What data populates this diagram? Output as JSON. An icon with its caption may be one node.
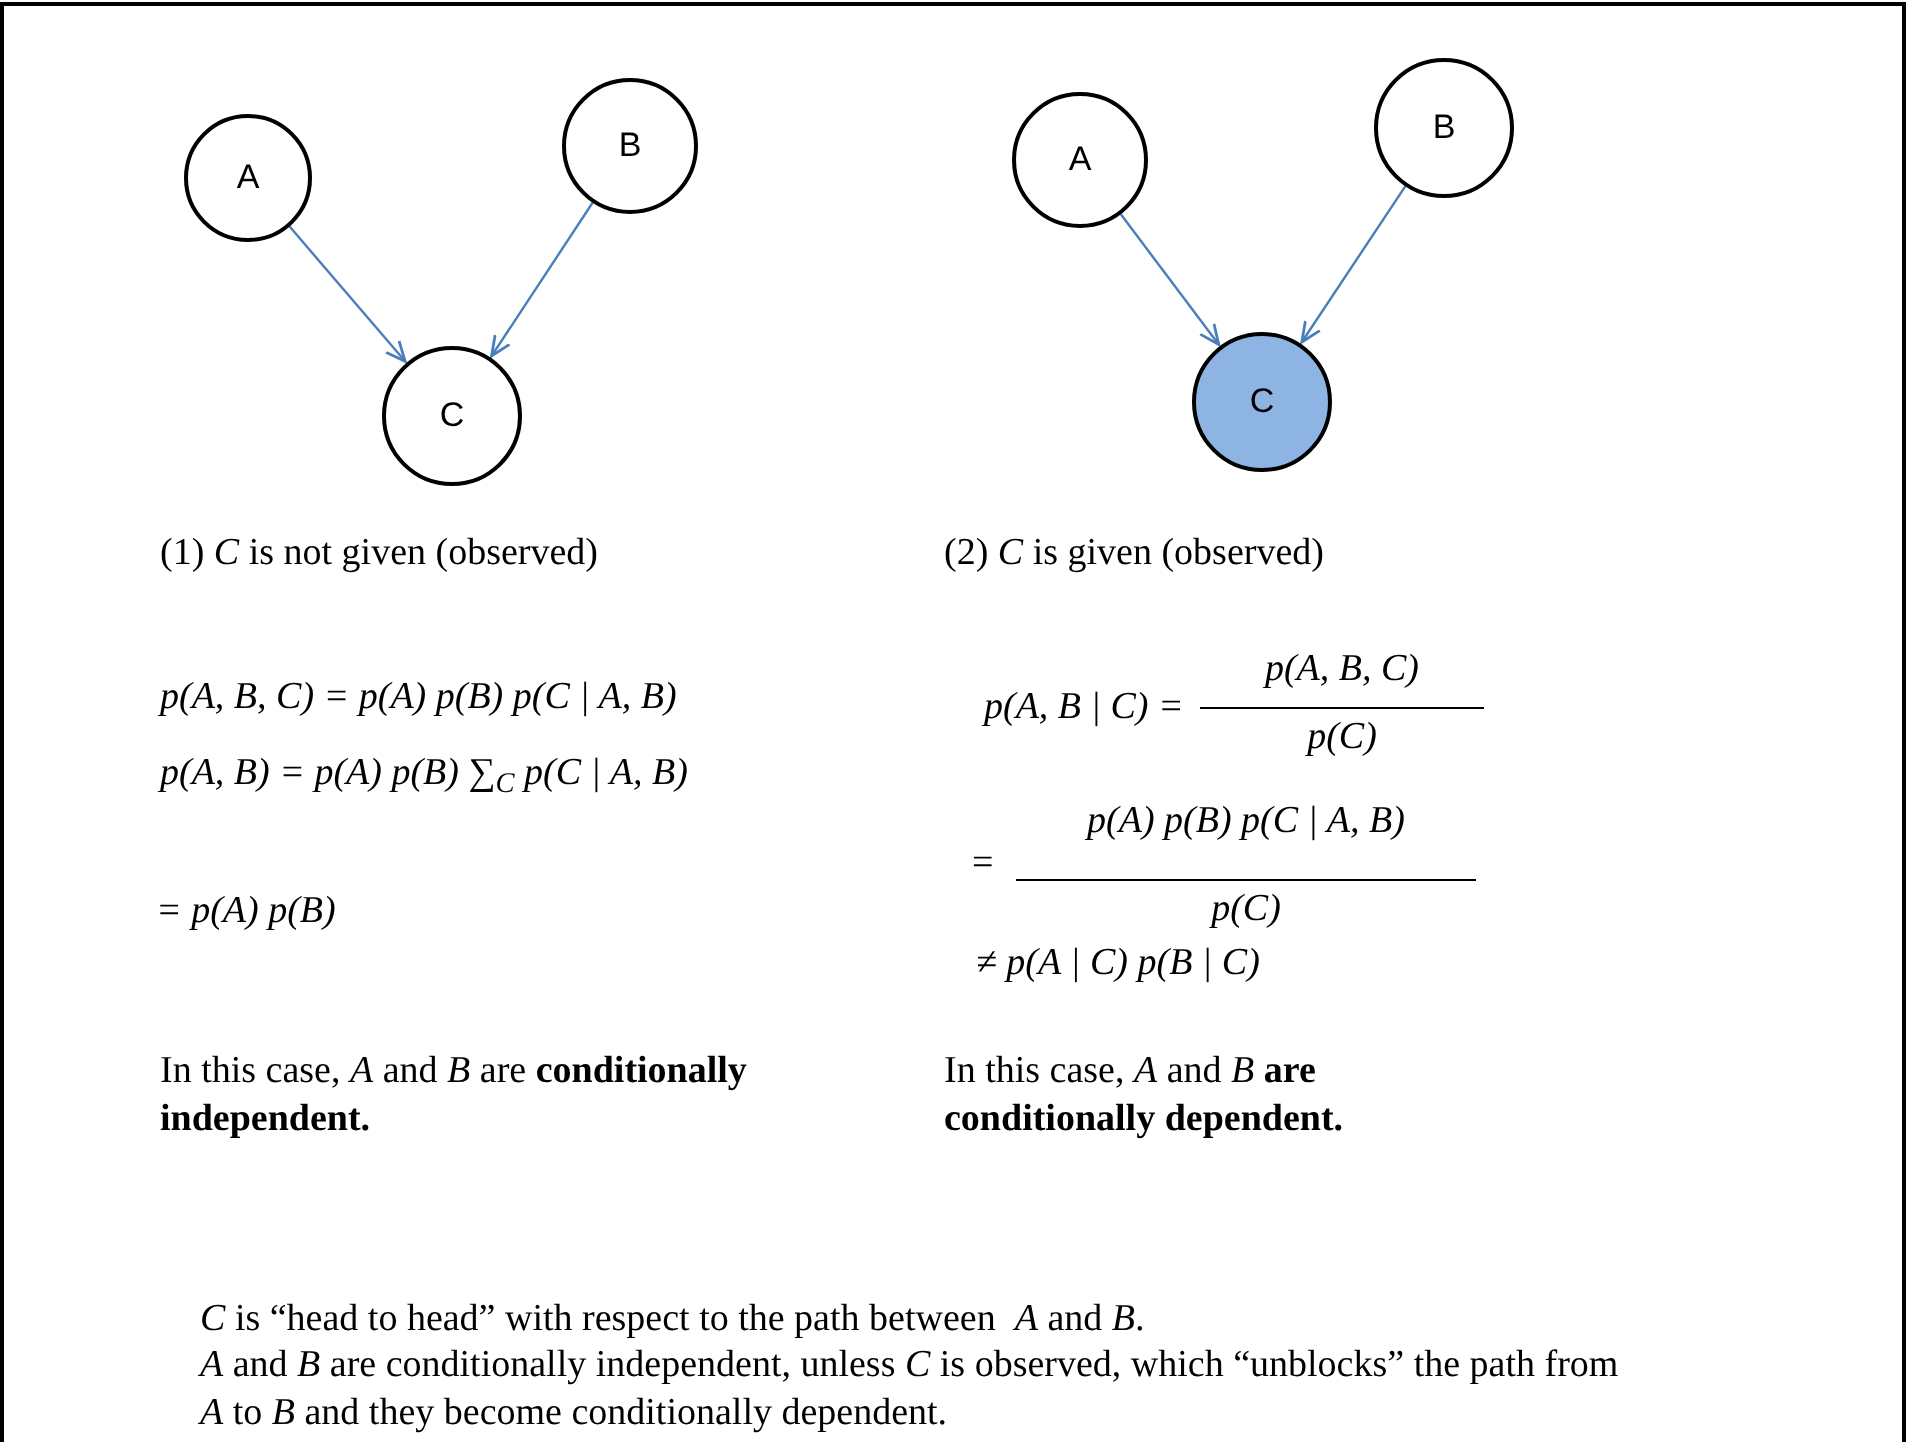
{
  "diagram": {
    "nodes": [
      {
        "text": [
          "A"
        ]
      },
      {
        "text": [
          "B"
        ]
      },
      {
        "text": [
          "C"
        ]
      },
      {
        "text": [
          "A"
        ]
      },
      {
        "text": [
          "B"
        ]
      },
      {
        "text": [
          "C"
        ]
      }
    ],
    "edges": [
      {
        "from": 0,
        "to": 2,
        "arrow": "to"
      },
      {
        "from": 1,
        "to": 2,
        "arrow": "to"
      },
      {
        "from": 3,
        "to": 5,
        "arrow": "to"
      },
      {
        "from": 4,
        "to": 5,
        "arrow": "to"
      }
    ],
    "labels": [
      "(1) *C* is not given (observed)",
      "(2) *C* is given (observed)",
      "p(A, B, C) = p(A) p(B) p(C | A, B)",
      "p(A, B | C) =",
      "p(A, B, C)",
      "p(C)",
      "p(A, B) = p(A) p(B) ∑$_{C}$ p(C | A, B)",
      "=",
      "p(A) p(B) p(C | A, B)",
      "= p(A) p(B)",
      "p(C)",
      "≠ p(A | C) p(B | C)",
      "In this case, *A* and *B* are **conditionally independent.**",
      "In this case, *A* and *B* **are conditionally dependent.**",
      "*C* is “head to head” with respect to the path between  *A* and *B*.",
      "*A* and *B* are conditionally independent, unless *C* is observed, which “unblocks” the path from *A* to *B* and they become conditionally dependent."
    ]
  }
}
